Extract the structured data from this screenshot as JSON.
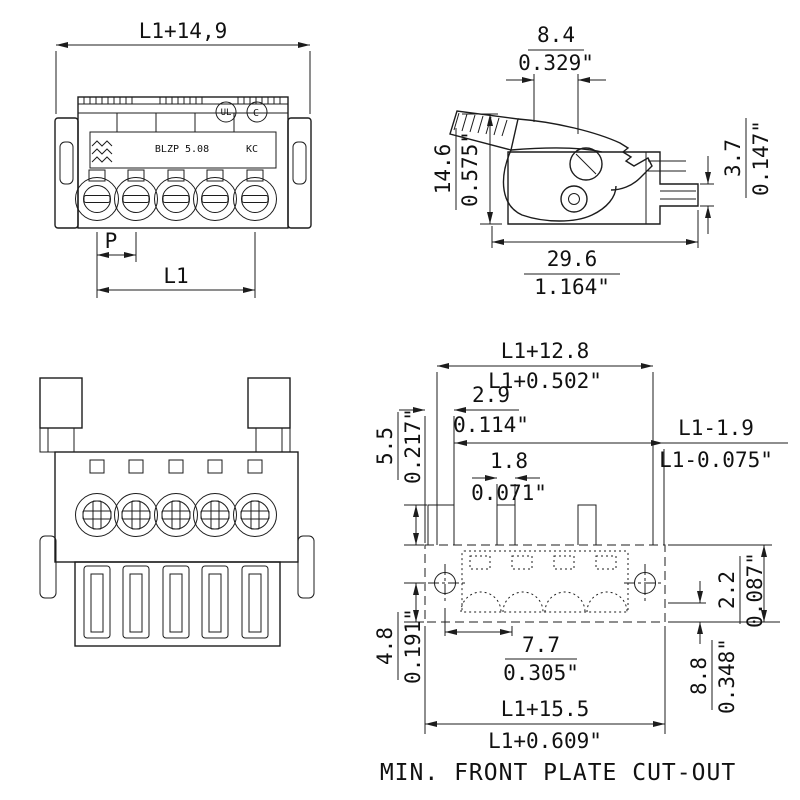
{
  "caption": "MIN. FRONT PLATE CUT-OUT",
  "front_view": {
    "dim_overall_width": "L1+14,9",
    "dim_pitch": "P",
    "dim_length": "L1",
    "marks": {
      "ul": "UL",
      "csa": "C",
      "type": "BLZP 5.08",
      "kc": "KC"
    }
  },
  "side_view": {
    "dim_latch_width_mm": "8.4",
    "dim_latch_width_in": "0.329\"",
    "dim_height_mm": "14.6",
    "dim_height_in": "0.575\"",
    "dim_pin_mm": "3.7",
    "dim_pin_in": "0.147\"",
    "dim_depth_mm": "29.6",
    "dim_depth_in": "1.164\""
  },
  "cutout_view": {
    "dim_top_width_mm": "L1+12.8",
    "dim_top_width_in": "L1+0.502\"",
    "dim_tab_offset_mm": "2.9",
    "dim_tab_offset_in": "0.114\"",
    "dim_inner_width_mm": "L1-1.9",
    "dim_inner_width_in": "L1-0.075\"",
    "dim_tab_width_mm": "1.8",
    "dim_tab_width_in": "0.071\"",
    "dim_tab_height_mm": "5.5",
    "dim_tab_height_in": "0.217\"",
    "dim_bottom_offset_mm": "4.8",
    "dim_bottom_offset_in": "0.191\"",
    "dim_edge_mm": "2.2",
    "dim_edge_in": "0.087\"",
    "dim_height_mm": "8.8",
    "dim_height_in": "0.348\"",
    "dim_hole_mm": "7.7",
    "dim_hole_in": "0.305\"",
    "dim_bottom_width_mm": "L1+15.5",
    "dim_bottom_width_in": "L1+0.609\""
  }
}
